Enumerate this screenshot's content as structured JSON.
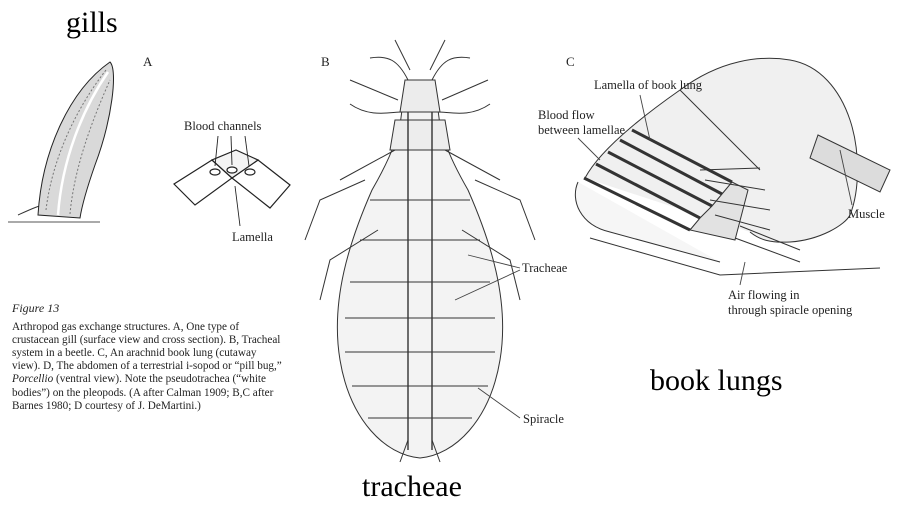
{
  "headings": {
    "gills": "gills",
    "book_lungs": "book lungs",
    "tracheae": "tracheae"
  },
  "panels": {
    "a": "A",
    "b": "B",
    "c": "C"
  },
  "labels": {
    "blood_channels": "Blood channels",
    "lamella": "Lamella",
    "tracheae": "Tracheae",
    "spiracle": "Spiracle",
    "lamella_book_lung": "Lamella of book lung",
    "blood_flow_1": "Blood flow",
    "blood_flow_2": "between lamellae",
    "muscle": "Muscle",
    "air_flowing_1": "Air flowing in",
    "air_flowing_2": "through spiracle opening"
  },
  "caption": {
    "title": "Figure 13",
    "part1": "Arthropod gas exchange structures. A, One type of crustacean gill (surface view and cross section). B, Tracheal system in a beetle. C, An arachnid book lung (cutaway view). D, The abdomen of a terrestrial i-sopod or “pill bug,” ",
    "italic": "Porcellio",
    "part2": " (ventral view). Note the pseudotrachea (“white bodies”) on the pleopods. (A after Calman 1909; B,C after Barnes 1980; D courtesy of J. DeMartini.)"
  }
}
